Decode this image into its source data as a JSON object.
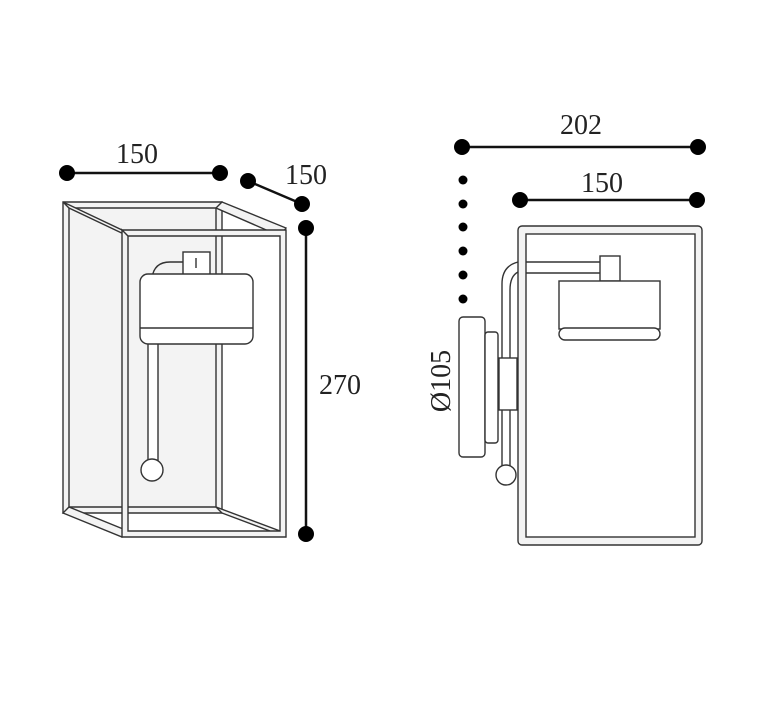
{
  "left_view": {
    "width_label": "150",
    "depth_label": "150",
    "height_label": "270"
  },
  "side_view": {
    "overall_depth_label": "202",
    "box_depth_label": "150",
    "plate_diameter_label": "Ø105"
  },
  "colors": {
    "line": "#333333",
    "dimension": "#000000",
    "frame_fill": "#f3f3f3"
  }
}
